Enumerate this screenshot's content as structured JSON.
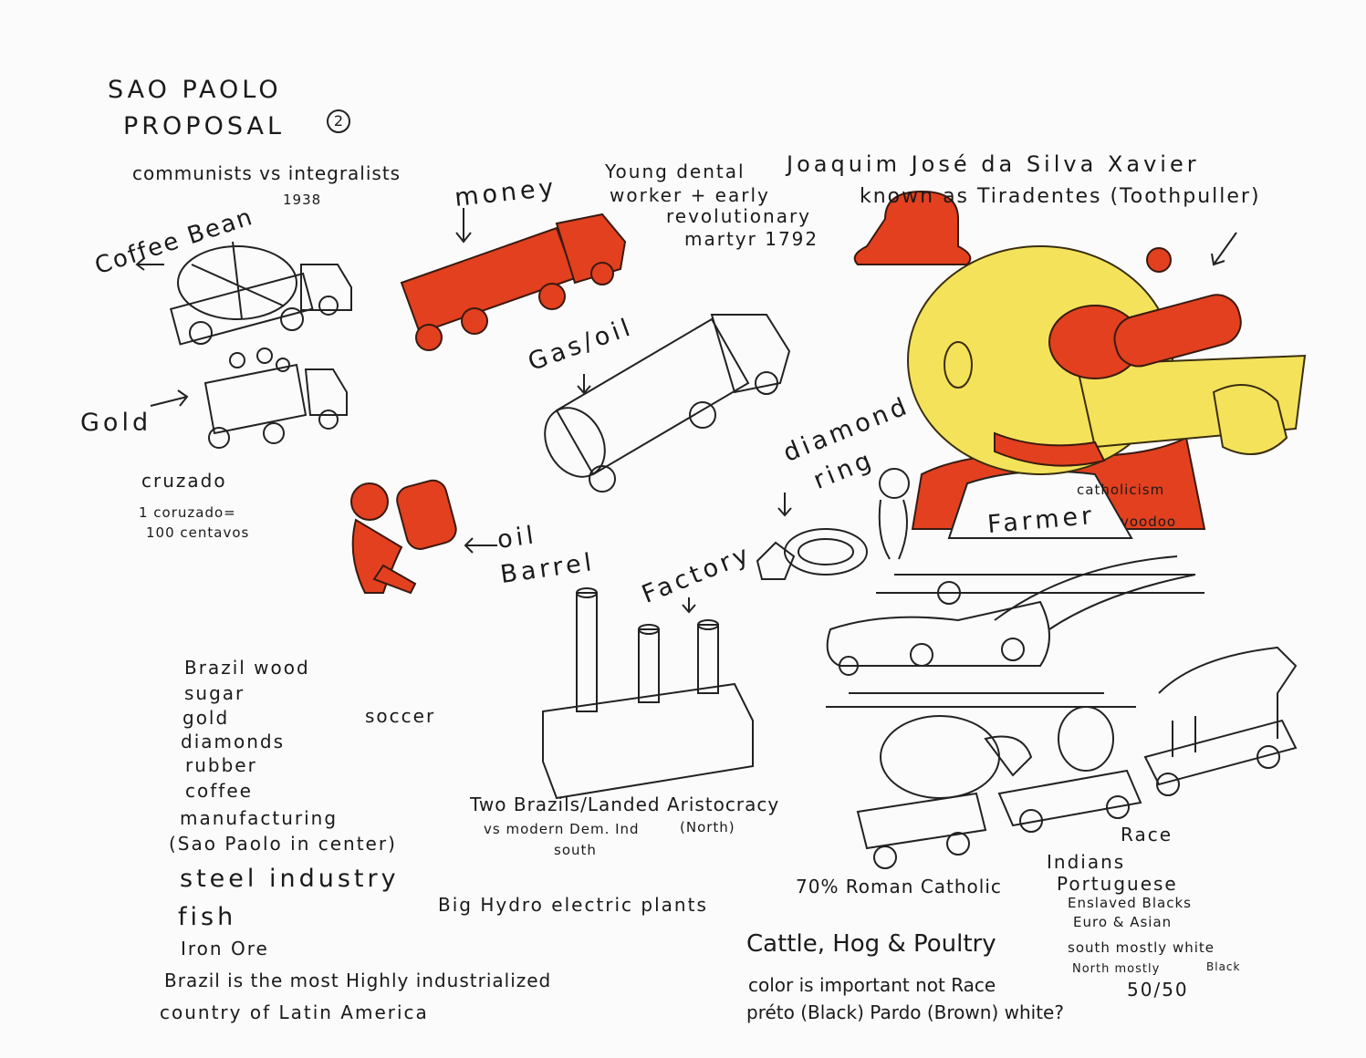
{
  "title": {
    "line1": "SAO PAOLO",
    "line2": "PROPOSAL",
    "page_number": "2"
  },
  "notes": {
    "communists": "communists vs integralists",
    "year_1938": "1938",
    "coffee_bean": "Coffee Bean",
    "money": "money",
    "dental_worker": [
      "Young dental",
      "worker + early",
      "revolutionary",
      "martyr 1792"
    ],
    "name": "Joaquim José da Silva Xavier",
    "known_as": "known as Tiradentes (Toothpuller)",
    "gas_oil": "Gas/oil",
    "gold_label": "Gold",
    "cruzado": "cruzado",
    "cruzado_def": [
      "1 coruzado=",
      "100 centavos"
    ],
    "diamond_ring": [
      "diamond",
      "ring"
    ],
    "farmer": "Farmer",
    "catholicism": "catholicism",
    "voodoo": "voodoo",
    "oil_barrel": [
      "oil",
      "Barrel"
    ],
    "factory": "Factory",
    "soccer": "soccer",
    "resources": [
      "Brazil wood",
      "sugar",
      "gold",
      "diamonds",
      "rubber",
      "coffee",
      "manufacturing",
      "(Sao Paolo in center)"
    ],
    "steel": "steel industry",
    "fish": "fish",
    "iron_ore": "Iron Ore",
    "industrialized": [
      "Brazil is the most Highly industrialized",
      "country of Latin America"
    ],
    "two_brazils": [
      "Two Brazils/Landed Aristocracy",
      "(North)",
      "vs modern Dem. Ind",
      "south"
    ],
    "hydro": "Big Hydro electric plants",
    "roman_catholic": "70% Roman Catholic",
    "livestock": "Cattle, Hog & Poultry",
    "color": [
      "color is important not Race",
      "préto (Black) Pardo (Brown) white?"
    ],
    "race_title": "Race",
    "race": [
      "Indians",
      "Portuguese",
      "Enslaved Blacks",
      "Euro & Asian"
    ],
    "demographics": [
      "south mostly white",
      "North mostly",
      "Black",
      "50/50"
    ]
  },
  "colors": {
    "red": "#e2401f",
    "yellow": "#f4e35a",
    "ink": "#1a1a1a"
  }
}
